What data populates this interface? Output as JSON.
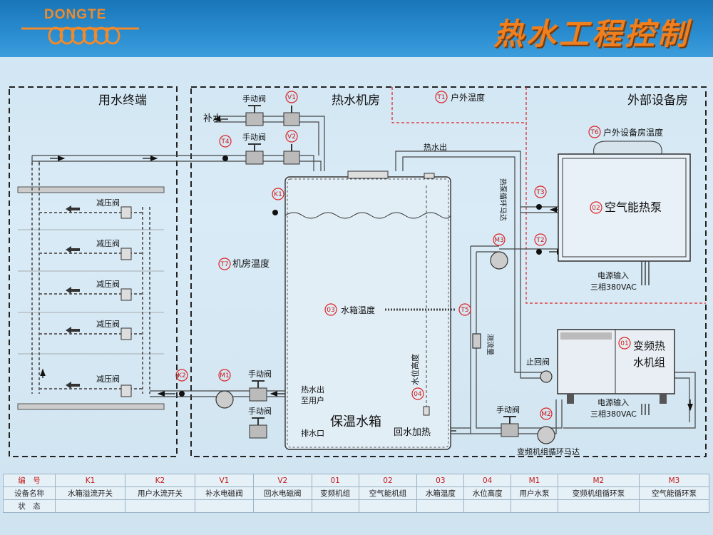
{
  "header": {
    "logo": "DONGTE",
    "title": "热水工程控制"
  },
  "zones": {
    "user_end": "用水终端",
    "boiler_room": "热水机房",
    "outdoor_room": "外部设备房"
  },
  "labels": {
    "makeup_water": "补水",
    "manual_valve": "手动阀",
    "hot_water_out": "热水出",
    "pressure_valve": "减压阀",
    "heat_pump": "空气能热泵",
    "power_in_1": "电源输入",
    "power_spec_1": "三相380VAC",
    "power_in_2": "电源输入",
    "power_spec_2": "三相380VAC",
    "heat_pump_motor": "热泵循环马达",
    "machine_room_temp": "机房温度",
    "tank_temp": "水箱温度",
    "water_level": "水位高度",
    "inverter_unit_l1": "变频热",
    "inverter_unit_l2": "水机组",
    "check_valve": "止回阀",
    "flow_meter": "测流量",
    "hot_out_user_l1": "热水出",
    "hot_out_user_l2": "至用户",
    "drain": "排水口",
    "tank_name": "保温水箱",
    "return_heat": "回水加热",
    "unit_motor": "变频机组循环马达",
    "outdoor_temp": "户外温度",
    "outdoor_room_temp": "户外设备房温度"
  },
  "tags": {
    "V1": "V1",
    "V2": "V2",
    "T1": "T1",
    "T2": "T2",
    "T3": "T3",
    "T4": "T4",
    "T5": "T5",
    "T6": "T6",
    "T7": "T7",
    "K1": "K1",
    "K2": "K2",
    "M1": "M1",
    "M2": "M2",
    "M3": "M3",
    "n01": "01",
    "n02": "02",
    "n03": "03",
    "n04": "04"
  },
  "legend": {
    "row_headers": [
      "编　号",
      "设备名称",
      "状　态"
    ],
    "codes": [
      "K1",
      "K2",
      "V1",
      "V2",
      "01",
      "02",
      "03",
      "04",
      "M1",
      "M2",
      "M3"
    ],
    "names": [
      "水箱溢流开关",
      "用户水流开关",
      "补水电磁阀",
      "回水电磁阀",
      "变频机组",
      "空气能机组",
      "水箱温度",
      "水位高度",
      "用户水泵",
      "变频机组循环泵",
      "空气能循环泵"
    ]
  },
  "colors": {
    "accent": "#f07f1e",
    "header": "#1976b8",
    "tag_ring": "#d22222"
  }
}
